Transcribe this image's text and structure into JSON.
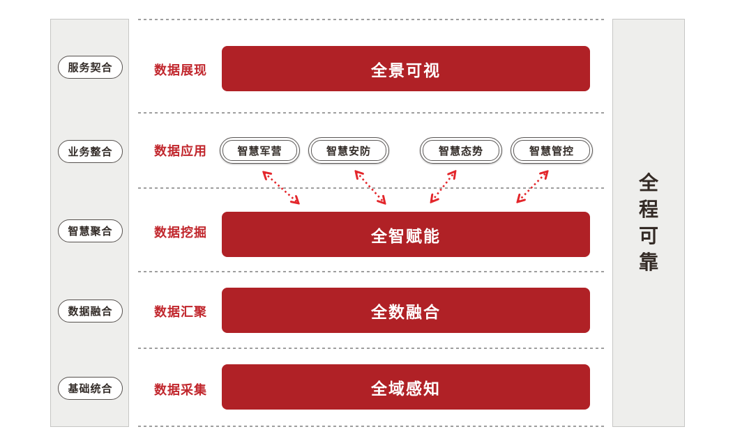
{
  "diagram": {
    "left_sidebar": {
      "items": [
        "服务契合",
        "业务整合",
        "智慧聚合",
        "数据融合",
        "基础统合"
      ]
    },
    "right_sidebar": {
      "label": "全程可靠"
    },
    "layers": [
      {
        "label": "数据展现",
        "bar": "全景可视"
      },
      {
        "label": "数据应用",
        "apps": [
          "智慧军营",
          "智慧安防",
          "智慧态势",
          "智慧管控"
        ]
      },
      {
        "label": "数据挖掘",
        "bar": "全智赋能"
      },
      {
        "label": "数据汇聚",
        "bar": "全数融合"
      },
      {
        "label": "数据采集",
        "bar": "全域感知"
      }
    ],
    "colors": {
      "bar_red": "#b02126",
      "label_red": "#c1272d",
      "arrow_red": "#e3262b",
      "panel_gray": "#eeeeec"
    }
  }
}
